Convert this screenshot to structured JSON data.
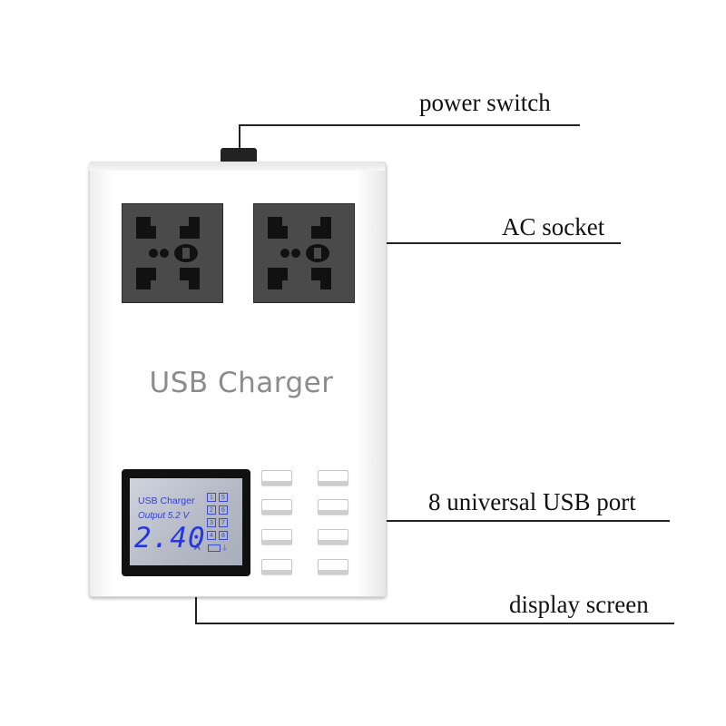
{
  "callouts": {
    "power_switch": "power switch",
    "ac_socket": "AC socket",
    "usb_ports": "8 universal USB port",
    "display_screen": "display screen"
  },
  "device": {
    "brand": "USB Charger",
    "display": {
      "title": "USB Charger",
      "output": "Output 5.2 V",
      "current_value": "2.40",
      "current_unit": "A",
      "port_indicators": [
        "1",
        "5",
        "2",
        "6",
        "3",
        "7",
        "4",
        "8"
      ]
    },
    "socket_count": 2,
    "usb_port_count": 8
  },
  "colors": {
    "lcd_text": "#2436e6",
    "socket": "#4a4a4a",
    "brand_text": "#8c8c8c"
  }
}
